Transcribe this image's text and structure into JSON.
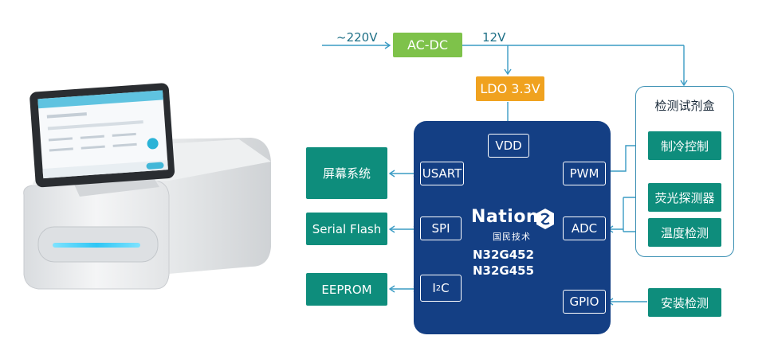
{
  "power": {
    "input_label": "~220V",
    "acdc_label": "AC-DC",
    "out_label": "12V",
    "ldo_label": "LDO 3.3V"
  },
  "mcu": {
    "vdd": "VDD",
    "usart": "USART",
    "spi": "SPI",
    "i2c_base": "I",
    "i2c_sup": "2",
    "i2c_end": "C",
    "pwm": "PWM",
    "adc": "ADC",
    "gpio": "GPIO",
    "brand": "Nation",
    "brand_cn": "国民技术",
    "model1": "N32G452",
    "model2": "N32G455"
  },
  "left_modules": {
    "screen": "屏幕系统",
    "flash": "Serial Flash",
    "eeprom": "EEPROM"
  },
  "right_panel": {
    "title": "检测试剂盒",
    "cooling": "制冷控制",
    "fluor": "荧光探测器",
    "temp": "温度检测"
  },
  "install": "安装检测",
  "colors": {
    "mcu": "#143f84",
    "teal": "#0e8d7c",
    "green": "#7ec24a",
    "orange": "#f0a21f",
    "line": "#3a9bc4"
  }
}
